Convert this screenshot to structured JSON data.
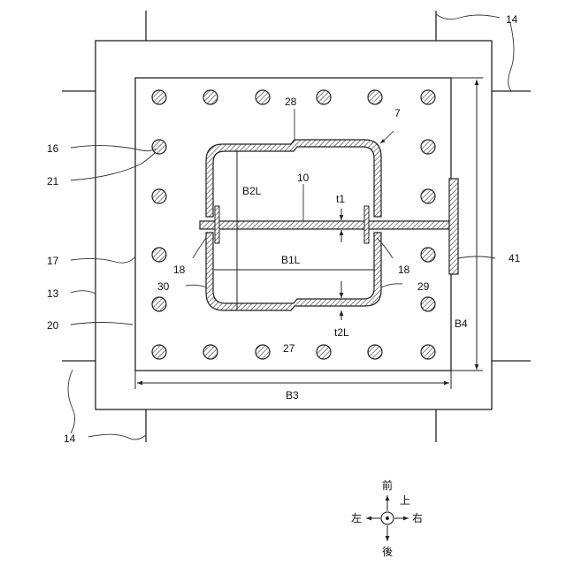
{
  "labels": {
    "l14_top": "14",
    "l14_bottom": "14",
    "l16": "16",
    "l21": "21",
    "l17": "17",
    "l13": "13",
    "l20": "20",
    "l28": "28",
    "l7": "7",
    "l10": "10",
    "b2l": "B2L",
    "t1": "t1",
    "b1l": "B1L",
    "l18_left": "18",
    "l18_right": "18",
    "l30": "30",
    "l29": "29",
    "l27": "27",
    "t2l": "t2L",
    "b4": "B4",
    "b3": "B3",
    "l41": "41"
  },
  "compass": {
    "front": "前",
    "up": "上",
    "left": "左",
    "right": "右",
    "back": "後"
  }
}
